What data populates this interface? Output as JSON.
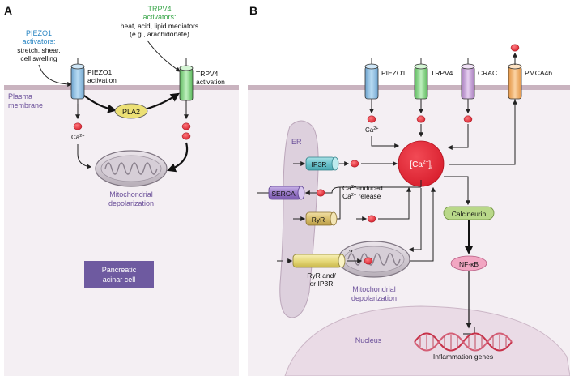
{
  "panel_a": {
    "label": "A",
    "piezo1_activators_title_1": "PIEZO1",
    "piezo1_activators_title_2": "activators:",
    "piezo1_activators_1": "stretch, shear,",
    "piezo1_activators_2": "cell swelling",
    "trpv4_activators_title_1": "TRPV4",
    "trpv4_activators_title_2": "activators:",
    "trpv4_activators_1": "heat, acid, lipid mediators",
    "trpv4_activators_2": "(e.g., arachidonate)",
    "piezo1_activation_1": "PIEZO1",
    "piezo1_activation_2": "activation",
    "trpv4_activation_1": "TRPV4",
    "trpv4_activation_2": "activation",
    "plasma_membrane_1": "Plasma",
    "plasma_membrane_2": "membrane",
    "pla2": "PLA2",
    "ca": "Ca",
    "ca_sup": "2+",
    "mito_1": "Mitochondrial",
    "mito_2": "depolarization",
    "cell_label_1": "Pancreatic",
    "cell_label_2": "acinar cell"
  },
  "panel_b": {
    "label": "B",
    "piezo1": "PIEZO1",
    "trpv4": "TRPV4",
    "crac": "CRAC",
    "pmca4b": "PMCA4b",
    "ca": "Ca",
    "ca_sup": "2+",
    "er": "ER",
    "ip3r": "IP3R",
    "serca": "SERCA",
    "ryr": "RyR",
    "cicr_1a": "Ca",
    "cicr_1sup": "2+",
    "cicr_1b": "-induced",
    "cicr_2a": "Ca",
    "cicr_2sup": "2+",
    "cicr_2b": " release",
    "ca_center_a": "[Ca",
    "ca_center_sup": "2+",
    "ca_center_b": "]",
    "ca_center_sub": "i",
    "question": "?",
    "ryr_ip3r_1": "RyR and/",
    "ryr_ip3r_2": "or IP3R",
    "mito_1": "Mitochondrial",
    "mito_2": "depolarization",
    "calcineurin": "Calcineurin",
    "nfkb": "NF-κB",
    "nucleus": "Nucleus",
    "inflammation": "Inflammation genes"
  },
  "colors": {
    "cytoplasm": "#f4eff3",
    "membrane": "#c9b3bf",
    "er": "#ddd0dd",
    "nucleus": "#eadbe6",
    "ca_red": "#e0303a",
    "piezo1_blue": "#8fbde0",
    "trpv4_green": "#8fd48f",
    "crac_purple": "#c8a3d6",
    "pmca_orange": "#f1b577",
    "purple_text": "#6a4f99",
    "blue_text": "#2a86c3",
    "green_text": "#3aa64a"
  }
}
